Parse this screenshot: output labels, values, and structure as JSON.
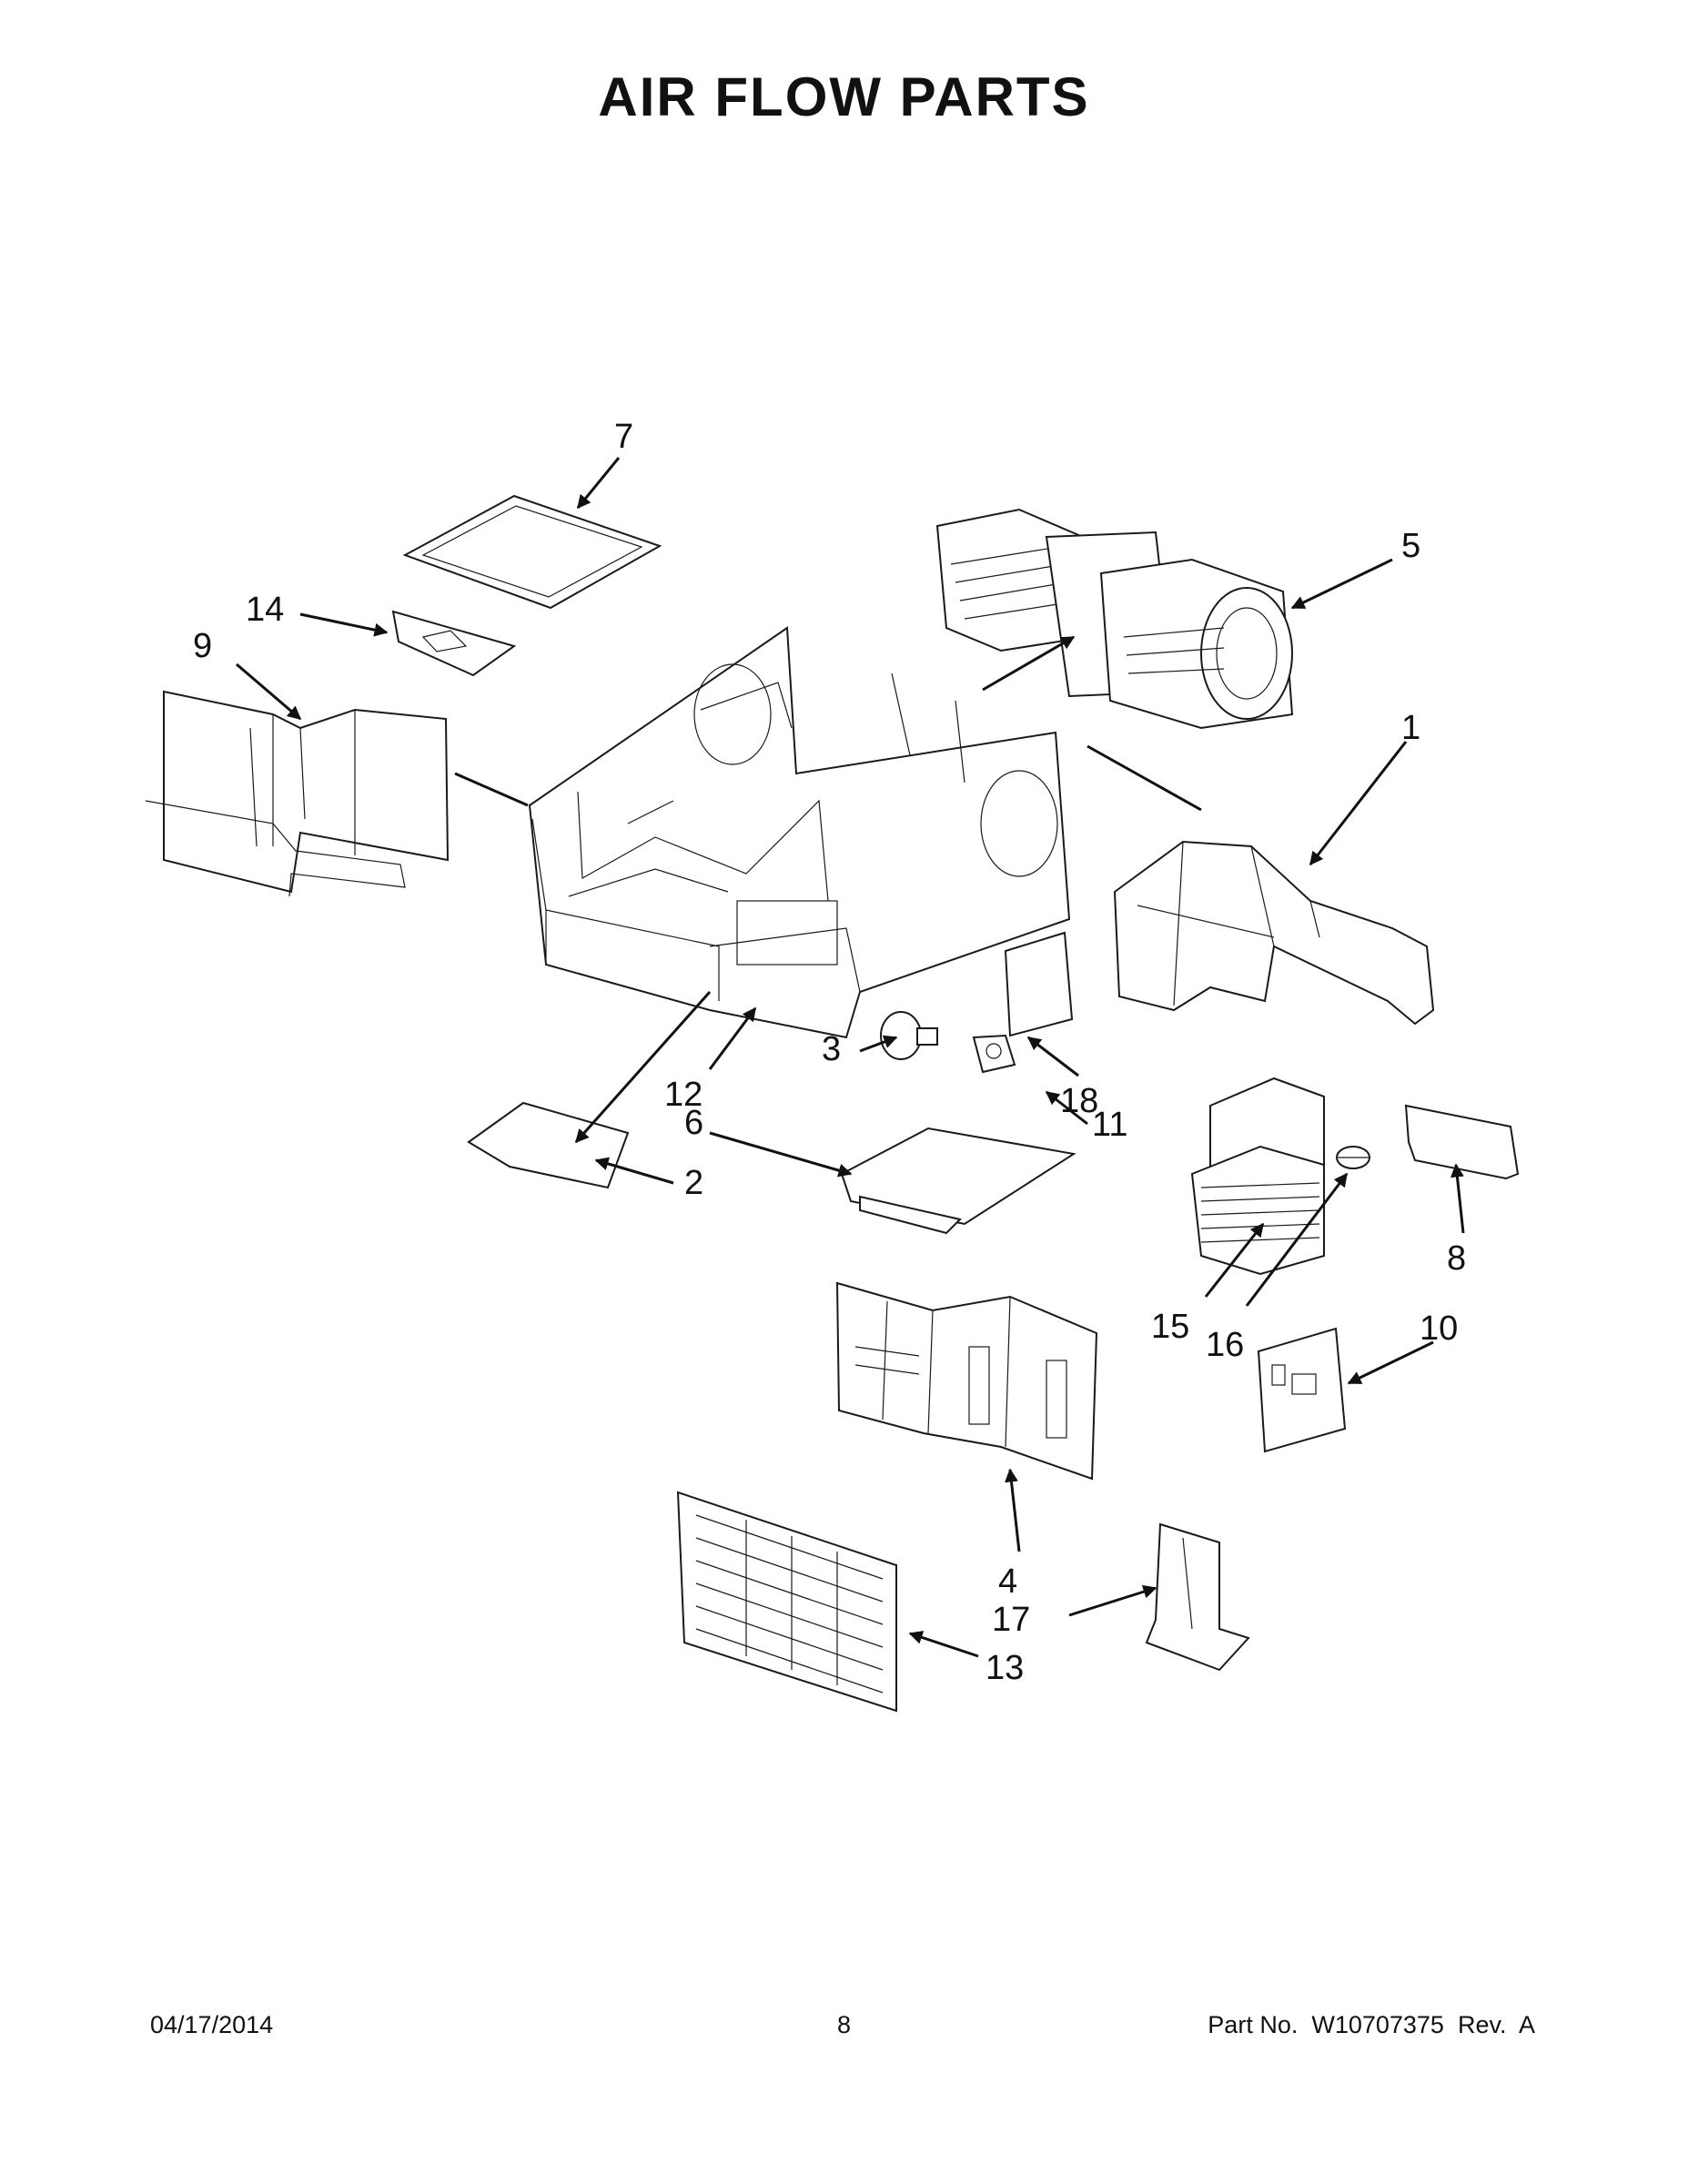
{
  "title": "AIR FLOW PARTS",
  "callouts": [
    "1",
    "2",
    "3",
    "4",
    "5",
    "6",
    "7",
    "8",
    "9",
    "10",
    "11",
    "12",
    "13",
    "14",
    "15",
    "16",
    "17",
    "18"
  ],
  "footer": {
    "date": "04/17/2014",
    "page": "8",
    "part_number": "Part No.  W10707375  Rev.  A"
  }
}
